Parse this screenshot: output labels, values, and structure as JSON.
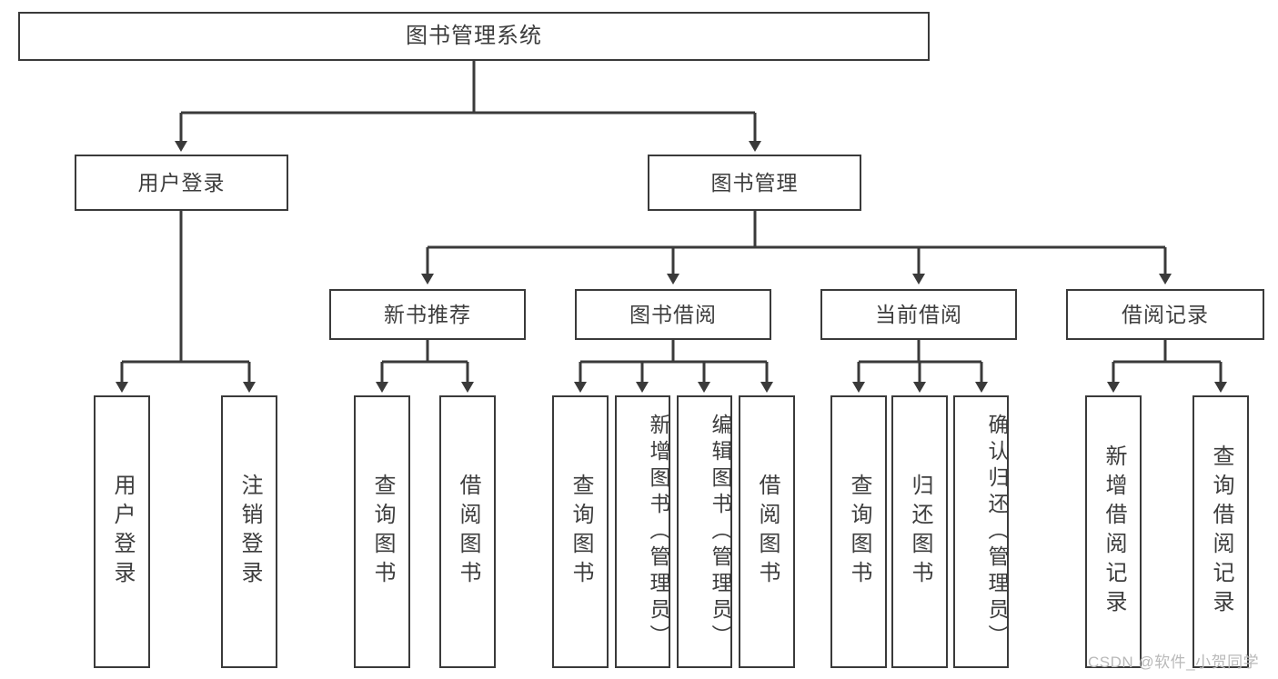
{
  "diagram": {
    "title": "图书管理系统",
    "type": "hierarchy-tree",
    "watermark": "CSDN @软件_小贺同学",
    "colors": {
      "box_border": "#3a3a3a",
      "box_fill": "#ffffff",
      "text": "#3d3d3d",
      "connector": "#3a3a3a",
      "watermark": "#b9b9b9",
      "background": "#ffffff"
    },
    "levels": {
      "root": "图书管理系统",
      "level2": [
        "用户登录",
        "图书管理"
      ],
      "level3": [
        "新书推荐",
        "图书借阅",
        "当前借阅",
        "借阅记录"
      ]
    },
    "nodes": {
      "root": {
        "label": "图书管理系统"
      },
      "user_login": {
        "label": "用户登录"
      },
      "book_manage": {
        "label": "图书管理"
      },
      "new_book_rec": {
        "label": "新书推荐"
      },
      "book_borrow": {
        "label": "图书借阅"
      },
      "current_borrow": {
        "label": "当前借阅"
      },
      "borrow_record": {
        "label": "借阅记录"
      },
      "leaf_user_login": {
        "label": "用户登录"
      },
      "leaf_user_logout": {
        "label": "注销登录"
      },
      "leaf_rec_query": {
        "label": "查询图书"
      },
      "leaf_rec_borrow": {
        "label": "借阅图书"
      },
      "leaf_borrow_query": {
        "label": "查询图书"
      },
      "leaf_borrow_add": {
        "label": "新增图书（管理员）"
      },
      "leaf_borrow_edit": {
        "label": "编辑图书（管理员）"
      },
      "leaf_borrow_lend": {
        "label": "借阅图书"
      },
      "leaf_cur_query": {
        "label": "查询图书"
      },
      "leaf_cur_return": {
        "label": "归还图书"
      },
      "leaf_cur_confirm": {
        "label": "确认归还（管理员）"
      },
      "leaf_rec_add": {
        "label": "新增借阅记录"
      },
      "leaf_rec_query2": {
        "label": "查询借阅记录"
      }
    }
  }
}
